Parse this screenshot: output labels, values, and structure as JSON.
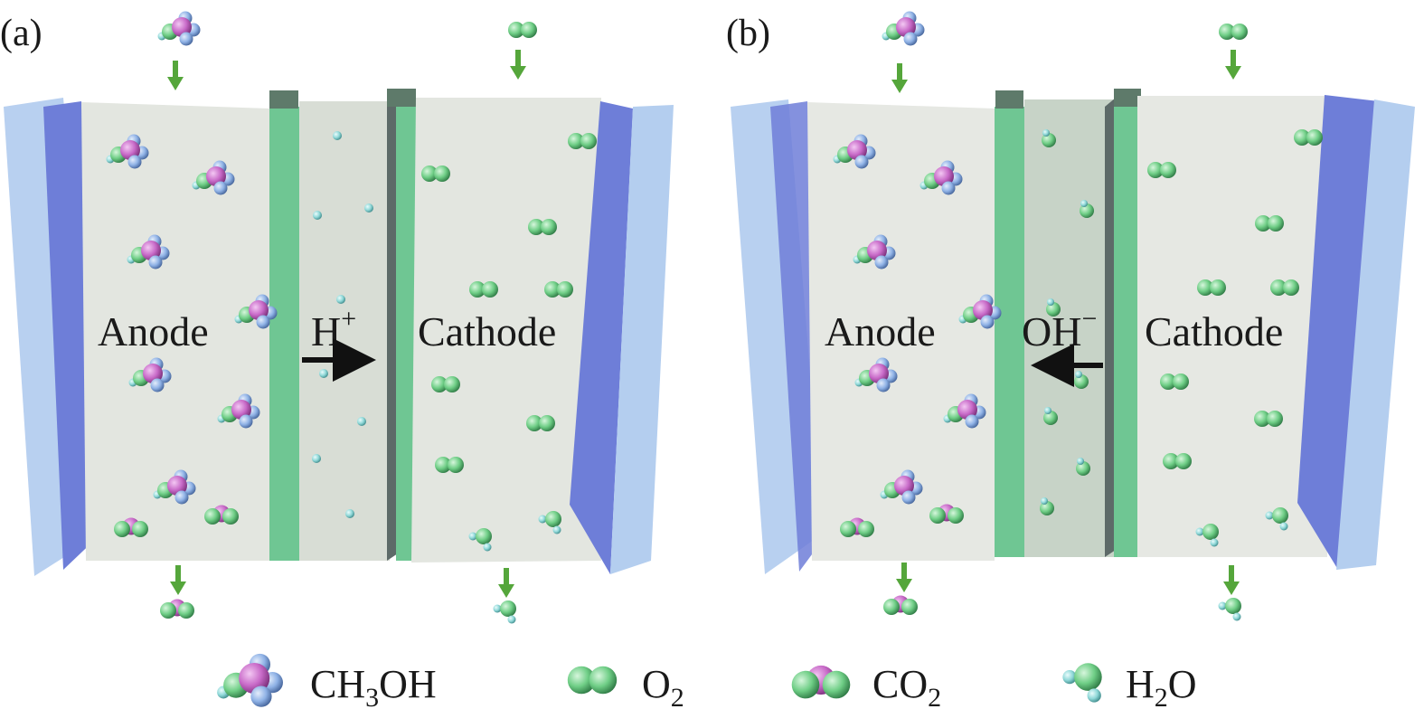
{
  "panels": [
    {
      "tag": "(a)",
      "anode_label": "Anode",
      "cathode_label": "Cathode",
      "ion_main": "H",
      "ion_charge": "+",
      "ion_direction": "right"
    },
    {
      "tag": "(b)",
      "anode_label": "Anode",
      "cathode_label": "Cathode",
      "ion_main": "OH",
      "ion_charge": "−",
      "ion_direction": "left"
    }
  ],
  "legend": [
    {
      "molecule": "CH3OH",
      "parts": [
        "CH",
        "3",
        "OH"
      ]
    },
    {
      "molecule": "O2",
      "parts": [
        "O",
        "2",
        ""
      ]
    },
    {
      "molecule": "CO2",
      "parts": [
        "CO",
        "2",
        ""
      ]
    },
    {
      "molecule": "H2O",
      "parts": [
        "H",
        "2",
        "O"
      ]
    }
  ],
  "colors": {
    "carbon": "#c86ac8",
    "oxygen": "#6fce86",
    "hydrogen": "#8fb2e6",
    "small_h": "#8fd8d8",
    "membrane": "#6fc693",
    "electrode": "#6e7ed8",
    "plate": "#b4ceef",
    "chamber": "#e3e6e0",
    "arrow_flow": "#55a63b"
  }
}
